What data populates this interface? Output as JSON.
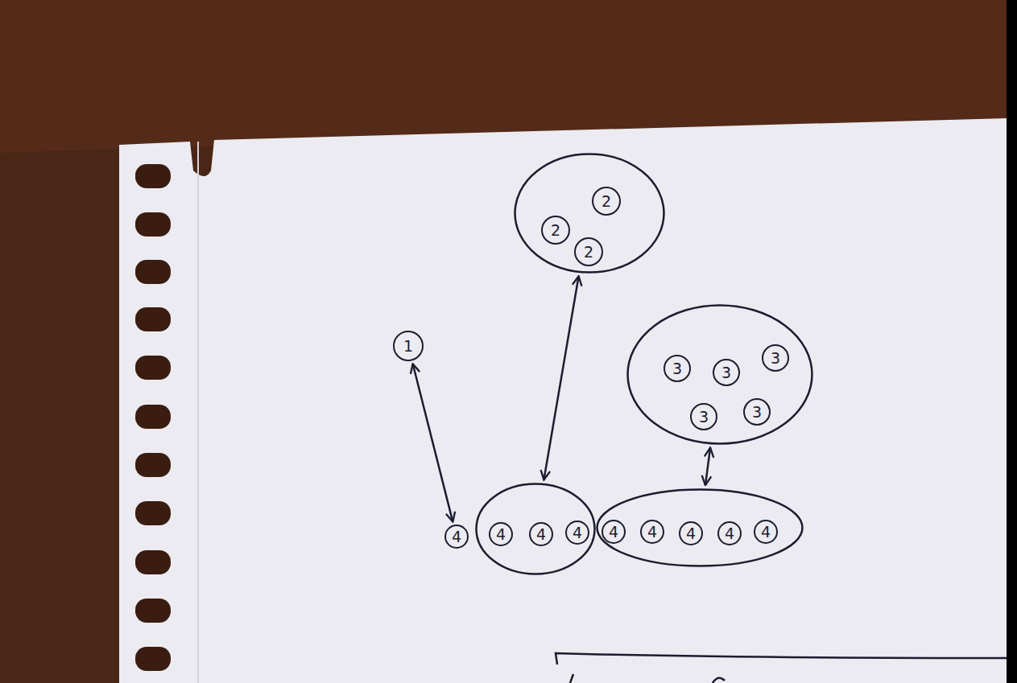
{
  "diagram": {
    "nodes": [
      {
        "text": []
      },
      {
        "text": [
          "2"
        ],
        "in": 0
      },
      {
        "text": [
          "2"
        ],
        "in": 0
      },
      {
        "text": [
          "2"
        ],
        "in": 0
      },
      {
        "text": [
          "1"
        ]
      },
      {
        "text": []
      },
      {
        "text": [
          "3"
        ],
        "in": 5
      },
      {
        "text": [
          "3"
        ],
        "in": 5
      },
      {
        "text": [
          "3"
        ],
        "in": 5
      },
      {
        "text": [
          "3"
        ],
        "in": 5
      },
      {
        "text": [
          "3"
        ],
        "in": 5
      },
      {
        "text": [
          "4"
        ]
      },
      {
        "text": []
      },
      {
        "text": [
          "4"
        ],
        "in": 12
      },
      {
        "text": [
          "4"
        ],
        "in": 12
      },
      {
        "text": [
          "4"
        ],
        "in": 12
      },
      {
        "text": []
      },
      {
        "text": [
          "4"
        ],
        "in": 16
      },
      {
        "text": [
          "4"
        ],
        "in": 16
      },
      {
        "text": [
          "4"
        ],
        "in": 16
      },
      {
        "text": [
          "4"
        ],
        "in": 16
      },
      {
        "text": [
          "4"
        ],
        "in": 16
      }
    ],
    "edges": [
      {
        "from": 4,
        "to": 11,
        "arrow": "both"
      },
      {
        "from": 0,
        "to": 12,
        "arrow": "both"
      },
      {
        "from": 5,
        "to": 16,
        "arrow": "both"
      }
    ]
  }
}
